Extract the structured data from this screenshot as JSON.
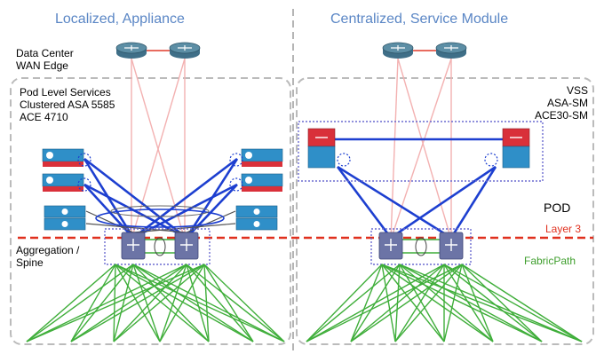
{
  "left": {
    "title": "Localized, Appliance",
    "wan_edge_label": [
      "Data Center",
      "WAN Edge"
    ],
    "pod_services_label": [
      "Pod Level Services",
      "Clustered ASA 5585",
      "ACE 4710"
    ],
    "aggregation_label": [
      "Aggregation /",
      "Spine"
    ]
  },
  "right": {
    "title": "Centralized, Service Module",
    "vss_label": [
      "VSS",
      "ASA-SM",
      "ACE30-SM"
    ],
    "pod_label": "POD",
    "layer3_label": "Layer 3",
    "fabricpath_label": "FabricPath"
  },
  "colors": {
    "title_blue": "#5a86c5",
    "link_blue": "#1d3fd0",
    "fabric_green": "#3fae3a",
    "layer3_red": "#e0301e",
    "router": "#5c8ea5",
    "spine_switch": "#6c74a6",
    "firewall_red": "#d9303a",
    "appliance_blue": "#2f8fc8"
  }
}
